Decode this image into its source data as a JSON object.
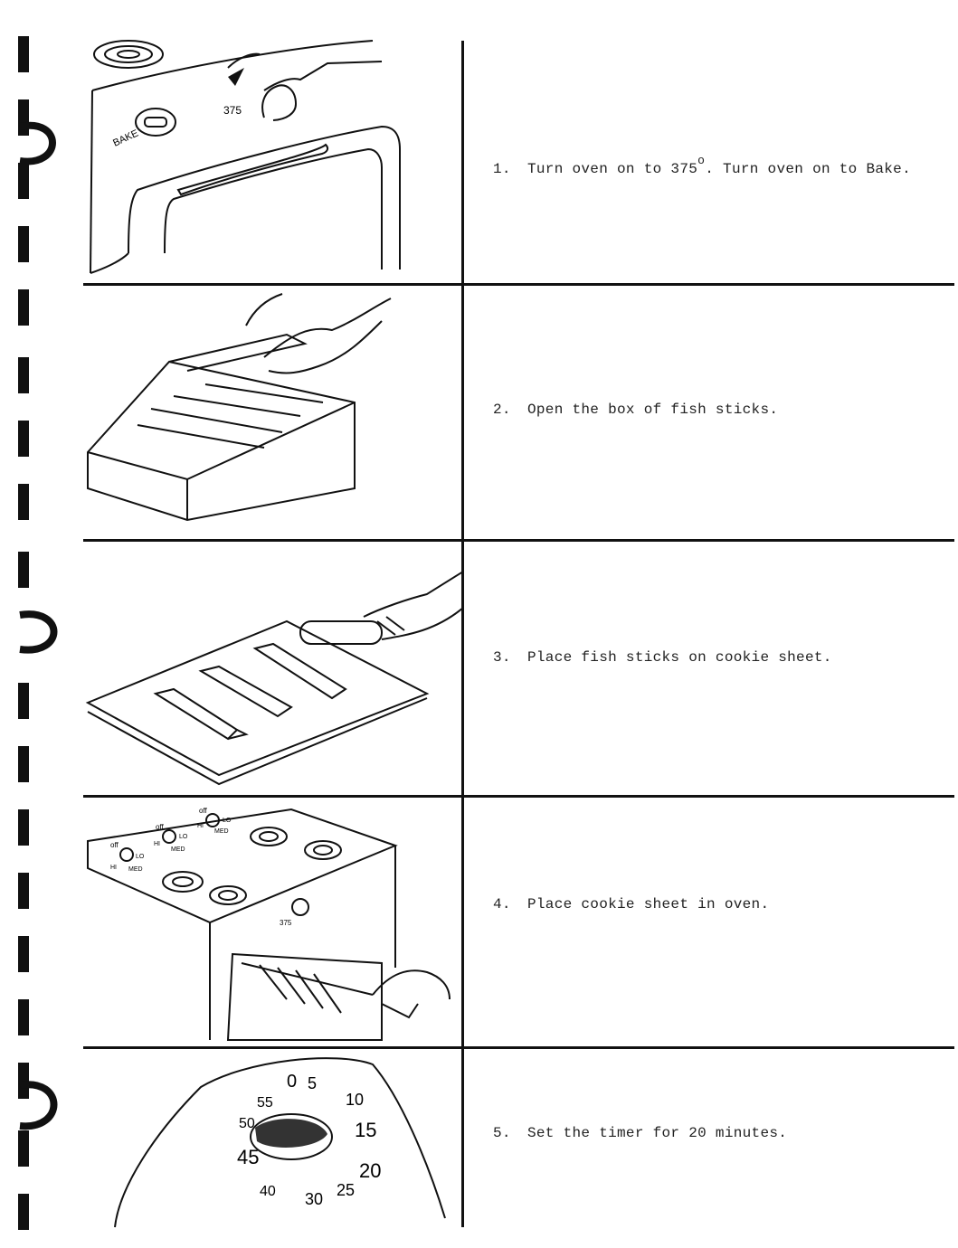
{
  "steps": [
    {
      "number": "1.",
      "text_before": "Turn oven on to 375",
      "degree": "o",
      "text_after": ". Turn oven on to Bake."
    },
    {
      "number": "2.",
      "text": "Open the box of fish sticks."
    },
    {
      "number": "3.",
      "text": "Place fish sticks on cookie sheet."
    },
    {
      "number": "4.",
      "text": "Place cookie sheet in oven."
    },
    {
      "number": "5.",
      "text": "Set the timer for 20 minutes."
    }
  ],
  "illustration_labels": {
    "bake": "BAKE",
    "temp": "375",
    "off": "off",
    "hi": "HI",
    "lo": "LO",
    "med": "MED",
    "oven_temp": "375",
    "timer_marks": [
      "0",
      "5",
      "10",
      "15",
      "20",
      "25",
      "30",
      "40",
      "45",
      "50",
      "55"
    ]
  }
}
